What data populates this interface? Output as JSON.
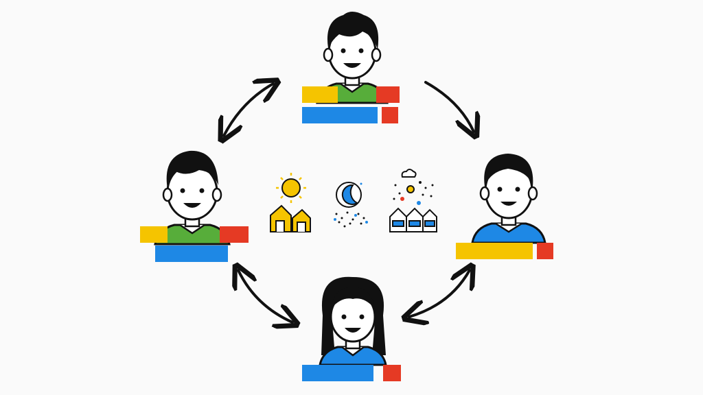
{
  "palette": {
    "background": "#fafafa",
    "yellow": "#f5c400",
    "green": "#57ad3a",
    "blue": "#1e88e5",
    "red": "#e53a24",
    "ink": "#111111",
    "skin": "#ffffff"
  },
  "people": [
    {
      "id": "person-top",
      "shirt": "green",
      "hair": "short",
      "bars": [
        "yellow",
        "green",
        "red",
        "blue",
        "red"
      ]
    },
    {
      "id": "person-left",
      "shirt": "green",
      "hair": "short",
      "bars": [
        "yellow",
        "green",
        "red",
        "blue"
      ]
    },
    {
      "id": "person-right",
      "shirt": "blue",
      "hair": "short",
      "bars": [
        "yellow",
        "red"
      ]
    },
    {
      "id": "person-bottom",
      "shirt": "blue",
      "hair": "long",
      "bars": [
        "blue",
        "red"
      ]
    }
  ],
  "arrows": [
    {
      "id": "arrow-top-left",
      "from": "person-top",
      "to": "person-left",
      "heads": "both"
    },
    {
      "id": "arrow-top-right",
      "from": "person-top",
      "to": "person-right",
      "heads": "end"
    },
    {
      "id": "arrow-left-bottom",
      "from": "person-left",
      "to": "person-bottom",
      "heads": "both"
    },
    {
      "id": "arrow-right-bottom",
      "from": "person-right",
      "to": "person-bottom",
      "heads": "both"
    }
  ],
  "center_icons": [
    {
      "id": "sun-houses-icon",
      "label_icon": "sun-over-houses"
    },
    {
      "id": "moon-stars-icon",
      "label_icon": "moon-with-stars"
    },
    {
      "id": "village-weather-icon",
      "label_icon": "cloud-and-houses"
    }
  ]
}
